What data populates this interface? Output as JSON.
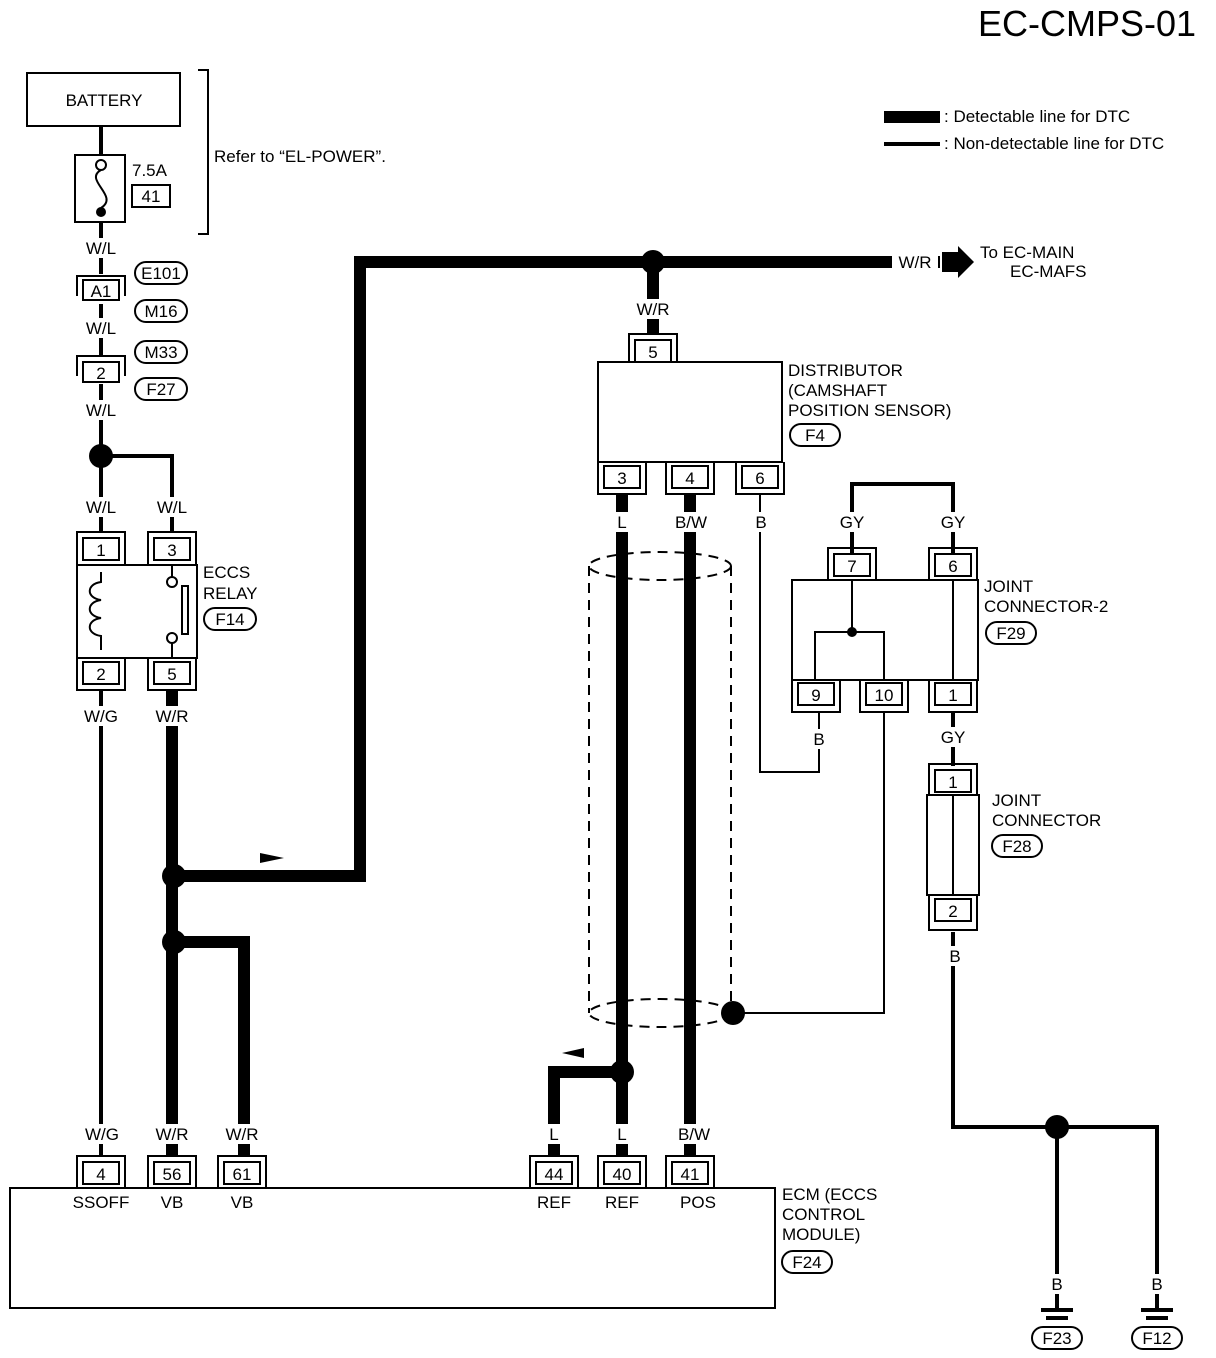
{
  "header": {
    "code": "EC-CMPS-01"
  },
  "legend": {
    "detectable": ": Detectable line for DTC",
    "non_detectable": ": Non-detectable line for DTC"
  },
  "battery": {
    "label": "BATTERY"
  },
  "fuse": {
    "rating": "7.5A",
    "number": "41"
  },
  "refer": {
    "text": "Refer to “EL-POWER”."
  },
  "to_ec": {
    "wire": "W/R",
    "line1": "To EC-MAIN",
    "line2": "EC-MAFS"
  },
  "connectors": {
    "e101": "E101",
    "m16": "M16",
    "m33": "M33",
    "f27": "F27",
    "f14": "F14",
    "f4": "F4",
    "f29": "F29",
    "f28": "F28",
    "f24": "F24",
    "f23": "F23",
    "f12": "F12"
  },
  "relay": {
    "line1": "ECCS",
    "line2": "RELAY"
  },
  "distributor": {
    "line1": "DISTRIBUTOR",
    "line2": "(CAMSHAFT",
    "line3": "POSITION SENSOR)"
  },
  "joint2": {
    "line1": "JOINT",
    "line2": "CONNECTOR-2"
  },
  "joint": {
    "line1": "JOINT",
    "line2": "CONNECTOR"
  },
  "ecm": {
    "line1": "ECM (ECCS",
    "line2": "CONTROL",
    "line3": "MODULE)"
  },
  "pins": {
    "a1": "A1",
    "two_a": "2",
    "relay1": "1",
    "relay3": "3",
    "relay2": "2",
    "relay5": "5",
    "dist5": "5",
    "dist3": "3",
    "dist4": "4",
    "dist6": "6",
    "j2_7": "7",
    "j2_6": "6",
    "j2_9": "9",
    "j2_10": "10",
    "j2_1": "1",
    "j_1": "1",
    "j_2": "2",
    "ecm4": "4",
    "ecm56": "56",
    "ecm61": "61",
    "ecm44": "44",
    "ecm40": "40",
    "ecm41": "41"
  },
  "terminals": {
    "ssoff": "SSOFF",
    "vb1": "VB",
    "vb2": "VB",
    "ref1": "REF",
    "ref2": "REF",
    "pos": "POS"
  },
  "wires": {
    "wl1": "W/L",
    "wl2": "W/L",
    "wl3": "W/L",
    "wl4": "W/L",
    "wl5": "W/L",
    "wg1": "W/G",
    "wr1": "W/R",
    "wr_dist": "W/R",
    "dist_l": "L",
    "dist_bw": "B/W",
    "dist_b": "B",
    "gy1": "GY",
    "gy2": "GY",
    "gy3": "GY",
    "b_j2": "B",
    "b_j": "B",
    "ecm_wg": "W/G",
    "ecm_wr1": "W/R",
    "ecm_wr2": "W/R",
    "ecm_l1": "L",
    "ecm_l2": "L",
    "ecm_bw": "B/W",
    "gnd_b1": "B",
    "gnd_b2": "B"
  }
}
